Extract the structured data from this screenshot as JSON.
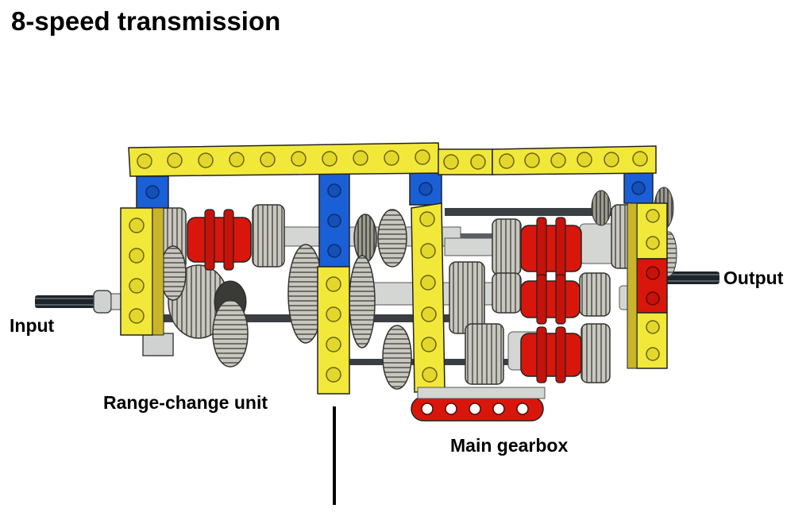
{
  "title": "8-speed transmission",
  "labels": {
    "input": "Input",
    "output": "Output",
    "range_change": "Range-change unit",
    "main_gearbox": "Main gearbox"
  },
  "colors": {
    "yellow": "#f2e83a",
    "blue": "#1a5fd6",
    "red": "#d9160c",
    "gear_grey": "#bdbdb5",
    "dark_grey": "#6e6e66",
    "axle": "#1e2428",
    "bush_grey": "#cfd2d0"
  }
}
